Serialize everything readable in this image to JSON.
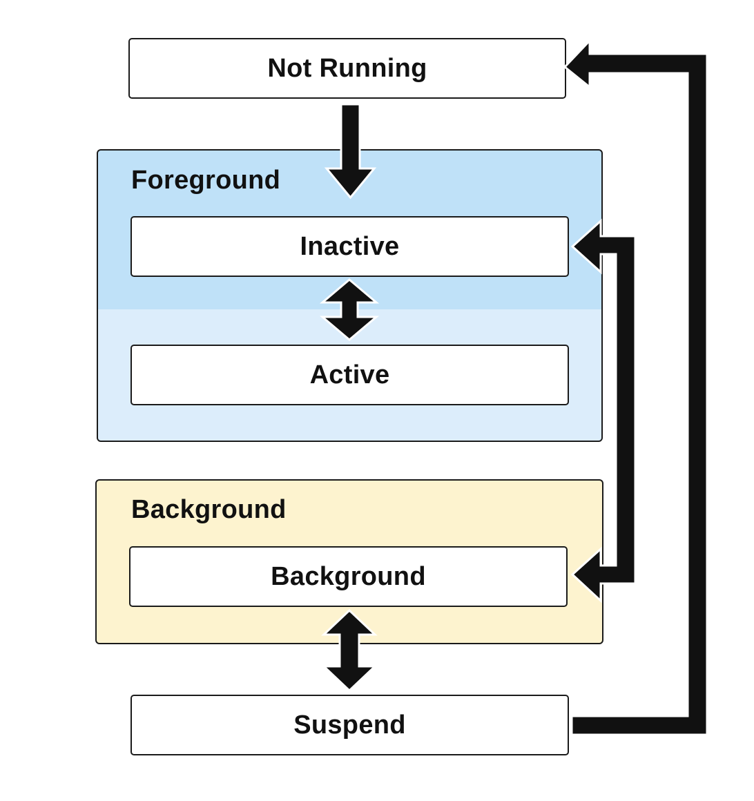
{
  "colors": {
    "foreground_top": "#bfe1f8",
    "foreground_bottom": "#dcedfb",
    "background_group": "#fdf3cf",
    "state_fill": "#ffffff",
    "arrow": "#111111"
  },
  "groups": {
    "foreground": {
      "label": "Foreground"
    },
    "background": {
      "label": "Background"
    }
  },
  "states": {
    "not_running": "Not Running",
    "inactive": "Inactive",
    "active": "Active",
    "background": "Background",
    "suspend": "Suspend"
  },
  "transitions": [
    {
      "from": "Not Running",
      "to": "Inactive",
      "direction": "one-way"
    },
    {
      "from": "Inactive",
      "to": "Active",
      "direction": "two-way"
    },
    {
      "from": "Inactive",
      "to": "Background",
      "direction": "two-way"
    },
    {
      "from": "Background",
      "to": "Suspend",
      "direction": "two-way"
    },
    {
      "from": "Suspend",
      "to": "Not Running",
      "direction": "one-way"
    }
  ]
}
